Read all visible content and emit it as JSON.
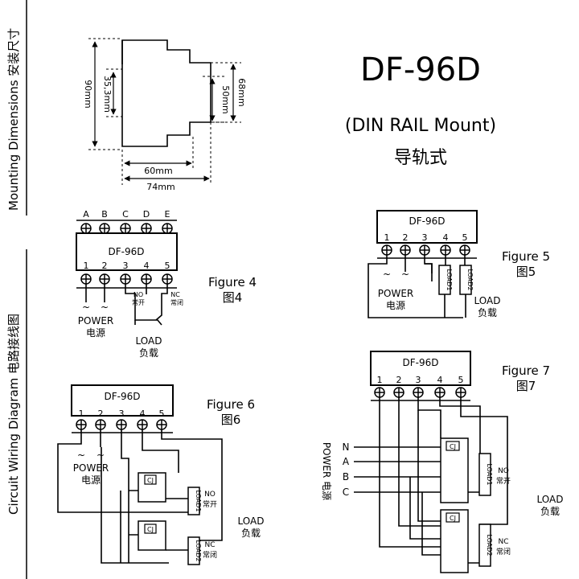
{
  "side_labels": {
    "mounting": "Mounting Dimensions 安装尺寸",
    "wiring": "Circuit Wiring Diagram 电路接线图"
  },
  "title": {
    "model": "DF-96D",
    "mount": "(DIN RAIL Mount)",
    "mount_cn": "导轨式"
  },
  "dimensions": {
    "d90": "90mm",
    "d35": "35,3mm",
    "d50": "50mm",
    "d68": "68mm",
    "d60": "60mm",
    "d74": "74mm"
  },
  "terminals": {
    "top": [
      "A",
      "B",
      "C",
      "D",
      "E"
    ],
    "bottom": [
      "1",
      "2",
      "3",
      "4",
      "5"
    ]
  },
  "fig4": {
    "device": "DF-96D",
    "figure": "Figure 4",
    "figure_cn": "图4",
    "power": "POWER",
    "power_cn": "电源",
    "no": "NO",
    "no_cn": "常开",
    "nc": "NC",
    "nc_cn": "常闭",
    "load": "LOAD",
    "load_cn": "负载"
  },
  "fig5": {
    "device": "DF-96D",
    "figure": "Figure 5",
    "figure_cn": "图5",
    "power": "POWER",
    "power_cn": "电源",
    "load1": "LOAD1",
    "load2": "LOAD2",
    "load": "LOAD",
    "load_cn": "负载"
  },
  "fig6": {
    "device": "DF-96D",
    "figure": "Figure 6",
    "figure_cn": "图6",
    "power": "POWER",
    "power_cn": "电源",
    "cj": "CJ",
    "load1": "LOAD1",
    "load2": "LOAD2",
    "no": "NO",
    "no_cn": "常开",
    "nc": "NC",
    "nc_cn": "常闭",
    "load": "LOAD",
    "load_cn": "负载"
  },
  "fig7": {
    "device": "DF-96D",
    "figure": "Figure 7",
    "figure_cn": "图7",
    "power_side": "POWER 电源",
    "phases": [
      "N",
      "A",
      "B",
      "C"
    ],
    "cj": "CJ",
    "load1": "LOAD1",
    "load2": "LOAD2",
    "no": "NO",
    "no_cn": "常开",
    "nc": "NC",
    "nc_cn": "常闭",
    "load": "LOAD",
    "load_cn": "负载"
  },
  "tilde": "~"
}
